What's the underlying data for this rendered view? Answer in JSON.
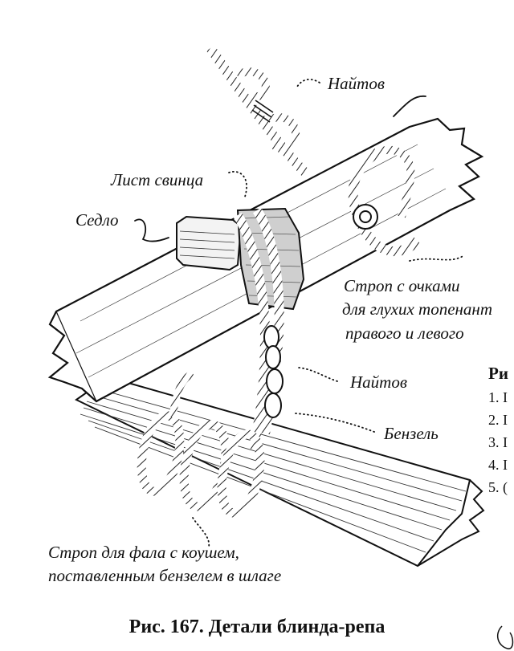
{
  "labels": {
    "naitov_top": "Найтов",
    "list_svintsa": "Лист свинца",
    "sedlo": "Седло",
    "strop_ochki_1": "Строп с очками",
    "strop_ochki_2": "для глухих топенант",
    "strop_ochki_3": "правого и левого",
    "naitov_mid": "Найтов",
    "benzel": "Бензель",
    "strop_fal_1": "Строп для фала с коушем,",
    "strop_fal_2": "поставленным бензелем в шлаге"
  },
  "caption": "Рис. 167. Детали блинда-репа",
  "side_fragment": {
    "heading": "Ри",
    "items": [
      "1. I",
      "2. I",
      "3. I",
      "4. I",
      "5. ("
    ]
  }
}
